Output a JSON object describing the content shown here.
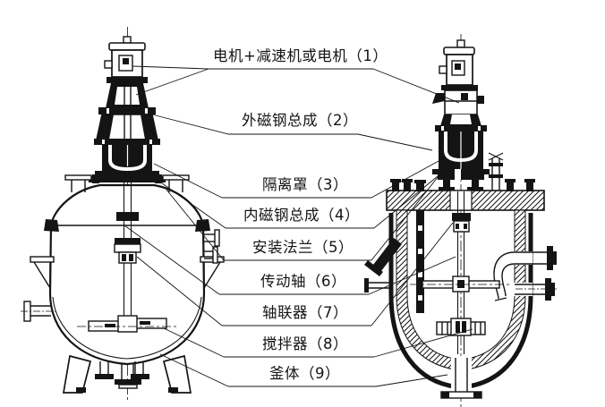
{
  "diagram": {
    "kind": "magnetic-drive-reaction-kettle-diagram",
    "background_color": "#ffffff",
    "line_color": "#141414"
  },
  "labels": [
    {
      "id": 1,
      "text": "电机+减速机或电机（1）"
    },
    {
      "id": 2,
      "text": "外磁钢总成（2）"
    },
    {
      "id": 3,
      "text": "隔离罩（3）"
    },
    {
      "id": 4,
      "text": "内磁钢总成（4）"
    },
    {
      "id": 5,
      "text": "安装法兰（5）"
    },
    {
      "id": 6,
      "text": "传动轴（6）"
    },
    {
      "id": 7,
      "text": "轴联器（7）"
    },
    {
      "id": 8,
      "text": "搅拌器（8）"
    },
    {
      "id": 9,
      "text": "釜体（9）"
    }
  ]
}
